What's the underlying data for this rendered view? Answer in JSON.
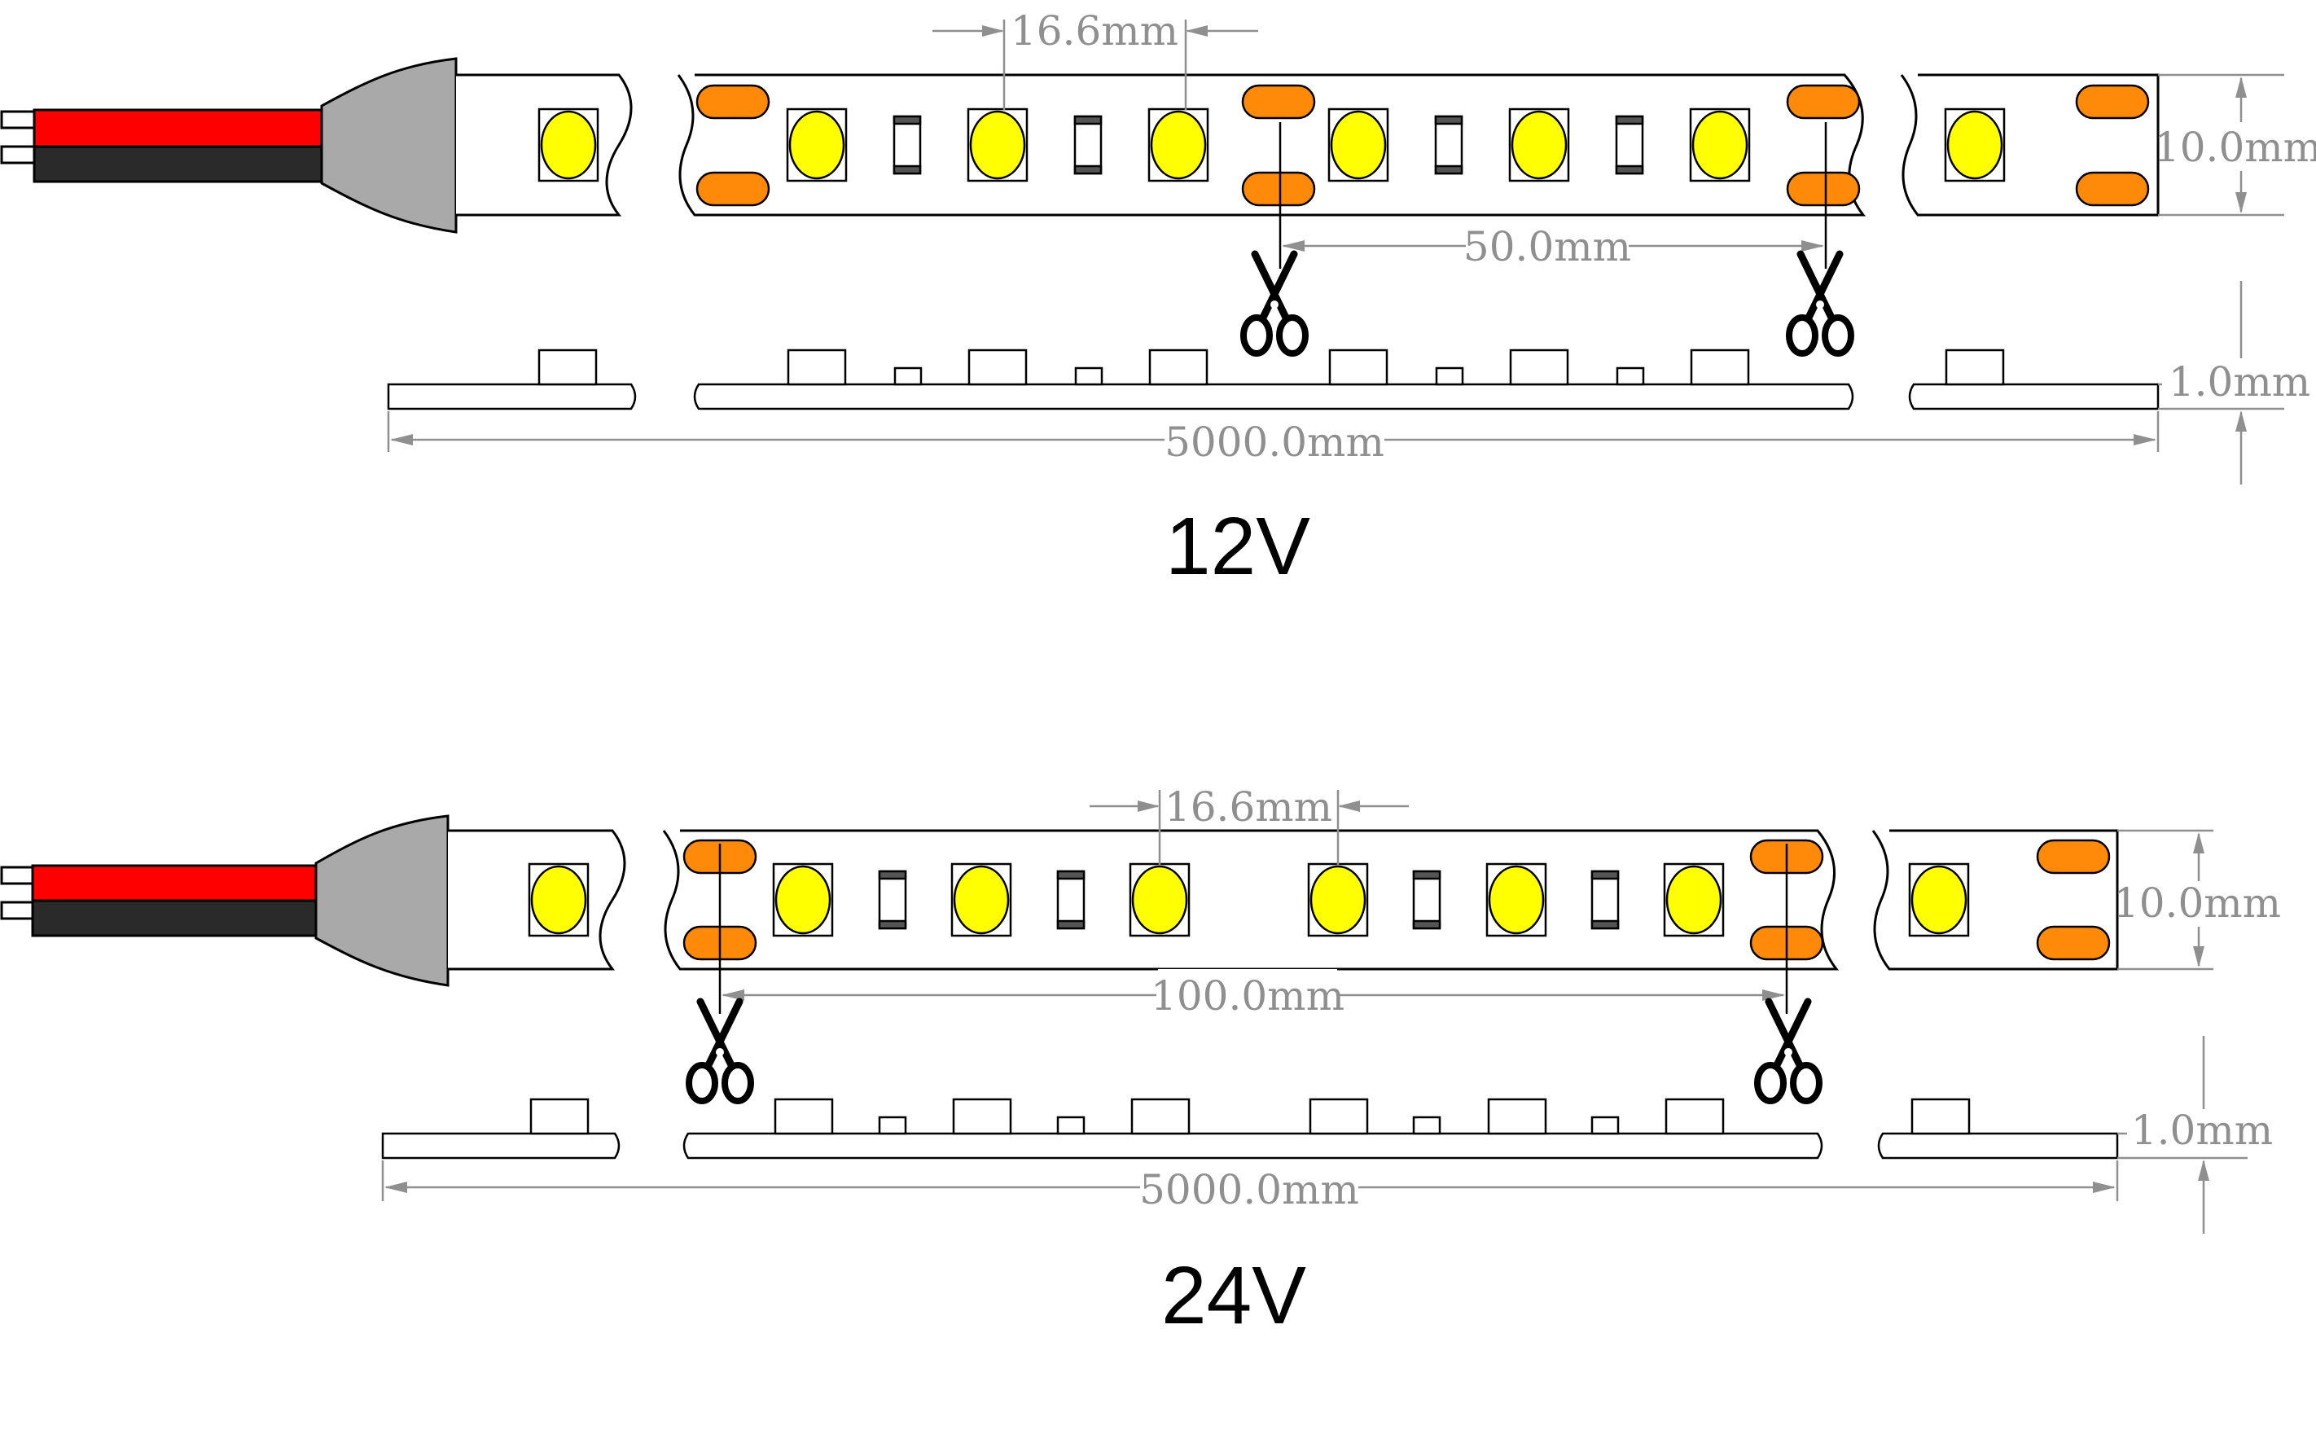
{
  "colors": {
    "led_yellow": "#ffff00",
    "solder_pad": "#ff8a0a",
    "wire_red": "#ff0000",
    "wire_black": "#2a2a2a",
    "cap_grey": "#a9a9a9",
    "dim_grey": "#8f8f8f"
  },
  "icons": {
    "cut_mark": "scissors-icon"
  },
  "diagrams": [
    {
      "voltage_label": "12V",
      "led_pitch": "16.6mm",
      "cut_length": "50.0mm",
      "strip_width": "10.0mm",
      "strip_thickness": "1.0mm",
      "reel_length": "5000.0mm"
    },
    {
      "voltage_label": "24V",
      "led_pitch": "16.6mm",
      "cut_length": "100.0mm",
      "strip_width": "10.0mm",
      "strip_thickness": "1.0mm",
      "reel_length": "5000.0mm"
    }
  ]
}
